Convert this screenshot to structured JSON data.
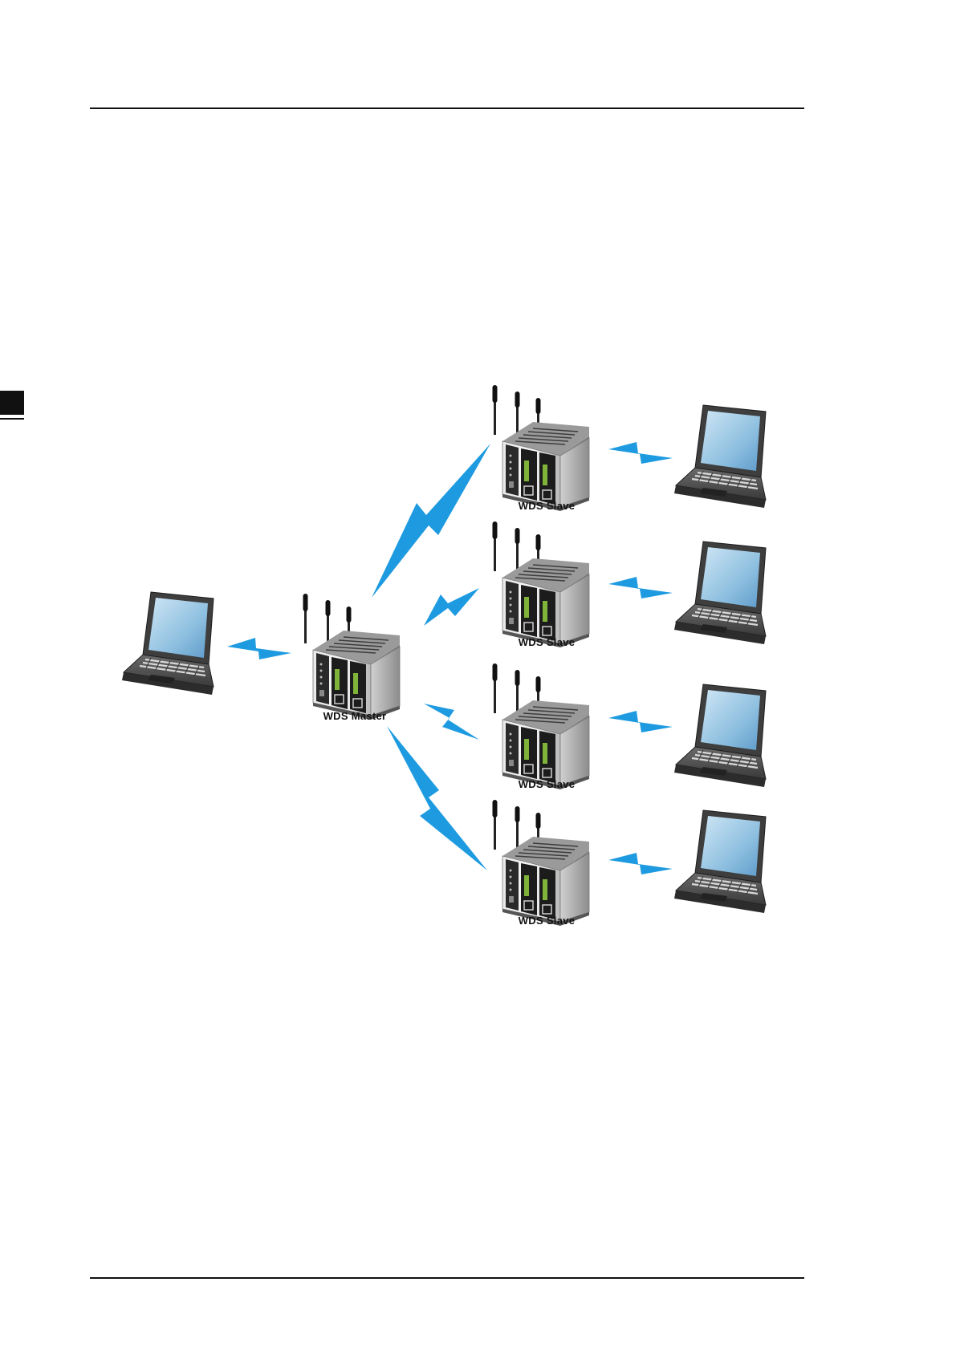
{
  "diagram": {
    "master": {
      "label": "WDS Master"
    },
    "slaves": [
      {
        "label": "WDS Slave"
      },
      {
        "label": "WDS Slave"
      },
      {
        "label": "WDS Slave"
      },
      {
        "label": "WDS Slave"
      }
    ]
  },
  "icons": {
    "device": "wireless-access-point-icon",
    "client": "laptop-icon",
    "link": "lightning-bolt-icon"
  },
  "colors": {
    "wireless_link": "#1e9be0",
    "device_body": "#c8c8c8",
    "laptop_screen": "#7fb6da",
    "text": "#111111"
  }
}
